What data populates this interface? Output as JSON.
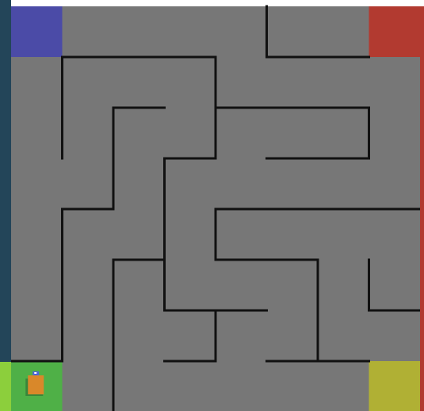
{
  "colors": {
    "floor": "#777777",
    "wall": "#111111",
    "left_border": "#234559",
    "right_border": "#b23a30",
    "bottom_left_strip": "#8ccf3c",
    "goal_top_left": "#4b4ba7",
    "goal_top_right": "#b23a30",
    "goal_bottom_left": "#4fb047",
    "goal_bottom_right": "#b0b034",
    "agent_body": "#d9882a",
    "agent_shadow": "#39863a",
    "agent_head": "#4b64d8",
    "agent_eye": "#ffffff"
  },
  "maze": {
    "columns": 8,
    "rows": 8,
    "goal_tiles": [
      {
        "name": "goal-tile-top-left",
        "col": 0,
        "row": 0,
        "color_key": "goal_top_left"
      },
      {
        "name": "goal-tile-top-right",
        "col": 7,
        "row": 0,
        "color_key": "goal_top_right"
      },
      {
        "name": "goal-tile-bottom-left",
        "col": 0,
        "row": 7,
        "color_key": "goal_bottom_left"
      },
      {
        "name": "goal-tile-bottom-right",
        "col": 7,
        "row": 7,
        "color_key": "goal_bottom_right"
      }
    ],
    "agent": {
      "col": 0,
      "row": 7,
      "icon": "robot-agent-icon"
    },
    "walls": [
      [
        5,
        0,
        5,
        1
      ],
      [
        1,
        1,
        4,
        1
      ],
      [
        5,
        1,
        7,
        1
      ],
      [
        1,
        1,
        1,
        3
      ],
      [
        4,
        1,
        4,
        3
      ],
      [
        2,
        2,
        3,
        2
      ],
      [
        4,
        2,
        7,
        2
      ],
      [
        2,
        2,
        2,
        4
      ],
      [
        7,
        2,
        7,
        3
      ],
      [
        3,
        3,
        4,
        3
      ],
      [
        5,
        3,
        7,
        3
      ],
      [
        3,
        3,
        3,
        6
      ],
      [
        4,
        4,
        8,
        4
      ],
      [
        1,
        4,
        2,
        4
      ],
      [
        1,
        4,
        1,
        7
      ],
      [
        4,
        4,
        4,
        5
      ],
      [
        2,
        5,
        3,
        5
      ],
      [
        4,
        5,
        6,
        5
      ],
      [
        2,
        5,
        2,
        8
      ],
      [
        6,
        5,
        6,
        7
      ],
      [
        7,
        5,
        7,
        6
      ],
      [
        3,
        6,
        5,
        6
      ],
      [
        7,
        6,
        8,
        6
      ],
      [
        4,
        6,
        4,
        7
      ],
      [
        3,
        7,
        4,
        7
      ],
      [
        5,
        7,
        7,
        7
      ],
      [
        0,
        7,
        1,
        7
      ]
    ]
  }
}
